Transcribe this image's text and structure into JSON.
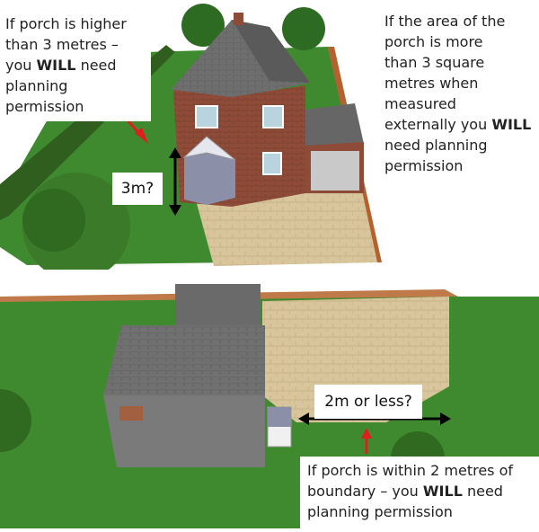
{
  "top_panel": {
    "height_callout": {
      "line1": "If porch is higher",
      "line2_pre": "than 3 metres –",
      "line3_pre": "you ",
      "line3_bold": "WILL",
      "line3_post": " need",
      "line4": "planning",
      "line5": "permission"
    },
    "area_callout": {
      "line1": "If the area of the",
      "line2": "porch is more",
      "line3": "than 3 square",
      "line4": "metres when",
      "line5": "measured",
      "line6_pre": "externally you ",
      "line6_bold": "WILL",
      "line7": "need planning",
      "line8": "permission"
    },
    "height_label": "3m?"
  },
  "bottom_panel": {
    "distance_label": "2m or less?",
    "boundary_callout": {
      "line1": "If porch is within 2 metres of",
      "line2_pre": "boundary – you ",
      "line2_bold": "WILL",
      "line2_post": " need",
      "line3": "planning permission"
    }
  },
  "colors": {
    "lawn": "#3f8a2e",
    "paving": "#d7c39a",
    "brick": "#8a4a36",
    "roof": "#6b6b6b",
    "porch": "#8c8fa8",
    "arrow_red": "#e01e1e",
    "arrow_black": "#000000"
  }
}
